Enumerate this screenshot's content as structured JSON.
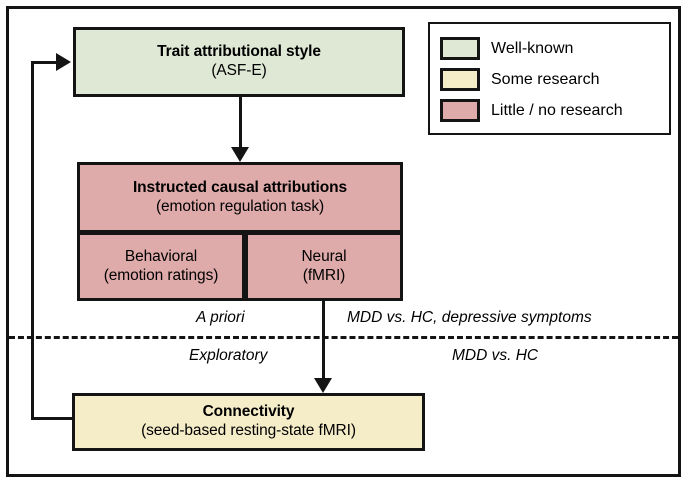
{
  "figure": {
    "nodes": {
      "trait": {
        "title": "Trait attributional style",
        "subtitle": "(ASF-E)",
        "color": "#dfe7d5",
        "category": "Well-known"
      },
      "instructed": {
        "title": "Instructed causal attributions",
        "subtitle": "(emotion regulation task)",
        "color": "#dfaaaa",
        "category": "Little / no research"
      },
      "behavioral": {
        "title": "Behavioral",
        "subtitle": "(emotion ratings)",
        "color": "#dfaaaa",
        "category": "Little / no research"
      },
      "neural": {
        "title": "Neural",
        "subtitle": "(fMRI)",
        "color": "#dfaaaa",
        "category": "Little / no research"
      },
      "connectivity": {
        "title": "Connectivity",
        "subtitle": "(seed-based resting-state fMRI)",
        "color": "#f5ecc8",
        "category": "Some research"
      }
    },
    "legend": {
      "items": [
        {
          "label": "Well-known",
          "color": "#dfe7d5"
        },
        {
          "label": "Some research",
          "color": "#f5ecc8"
        },
        {
          "label": "Little / no research",
          "color": "#dfaaaa"
        }
      ]
    },
    "annotations": {
      "a_priori": "A priori",
      "exploratory": "Exploratory",
      "mdd_hc_symptoms": "MDD vs. HC, depressive symptoms",
      "mdd_hc": "MDD vs. HC"
    },
    "colors": {
      "stroke": "#141414",
      "background": "#ffffff"
    }
  }
}
